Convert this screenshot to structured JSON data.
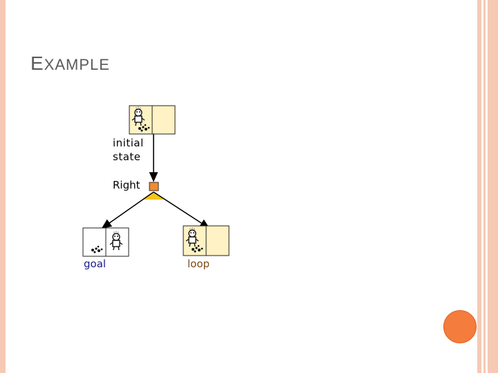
{
  "slide": {
    "title_first": "E",
    "title_rest": "XAMPLE"
  },
  "diagram": {
    "initial_label_line1": "initial",
    "initial_label_line2": "state",
    "action_label": "Right",
    "goal_label": "goal",
    "loop_label": "loop"
  },
  "colors": {
    "frame": "#f6c9b4",
    "accent": "#f47c3c",
    "cell_fill": "#fff2c4",
    "action_node": "#f28a30",
    "branch_fill": "#f5c518"
  }
}
